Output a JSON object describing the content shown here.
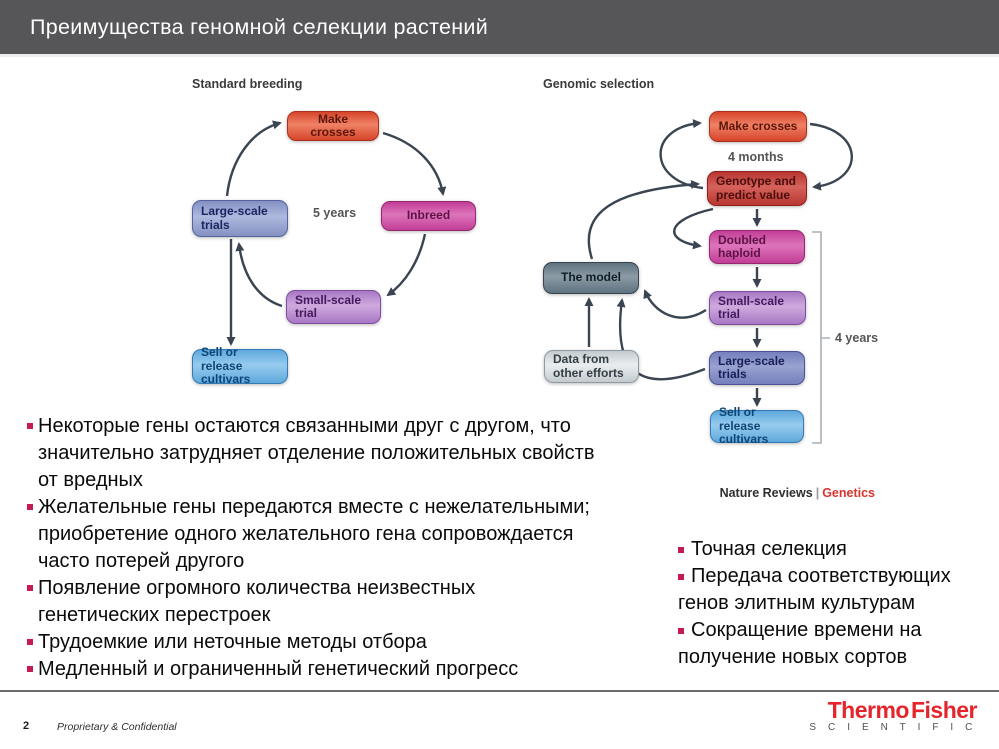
{
  "header": {
    "title": "Преимущества геномной селекции растений"
  },
  "figure": {
    "left": {
      "title": "Standard breeding",
      "duration": "5 years",
      "boxes": [
        [
          "Make crosses"
        ],
        [
          "Inbreed"
        ],
        [
          "Large-scale",
          "trials"
        ],
        [
          "Small-scale",
          "trial"
        ],
        [
          "Sell or release",
          "cultivars"
        ]
      ]
    },
    "right": {
      "title": "Genomic selection",
      "cycle_duration": "4 months",
      "bracket_duration": "4 years",
      "boxes": [
        [
          "Make crosses"
        ],
        [
          "Genotype and",
          "predict value"
        ],
        [
          "Doubled",
          "haploid"
        ],
        [
          "Small-scale",
          "trial"
        ],
        [
          "Large-scale",
          "trials"
        ],
        [
          "Sell or release",
          "cultivars"
        ],
        [
          "The model"
        ],
        [
          "Data from",
          "other efforts"
        ]
      ]
    },
    "credit": {
      "journal": "Nature Reviews",
      "divider": "|",
      "section": "Genetics"
    }
  },
  "bullets_left": [
    [
      "Некоторые гены остаются связанными друг с другом, что",
      "значительно затрудняет отделение положительных свойств",
      "от вредных"
    ],
    [
      "Желательные гены передаются вместе с нежелательными;",
      "приобретение одного желательного гена сопровождается",
      "часто потерей другого"
    ],
    [
      "Появление огромного количества неизвестных",
      "генетических перестроек"
    ],
    [
      "Трудоемкие или неточные методы отбора"
    ],
    [
      "Медленный и ограниченный генетический прогресс"
    ]
  ],
  "bullets_right": [
    [
      "Точная селекция"
    ],
    [
      "Передача соответствующих",
      "генов элитным культурам"
    ],
    [
      "Сокращение времени на",
      "получение новых сортов"
    ]
  ],
  "footer": {
    "page_number": "2",
    "note": "Proprietary & Confidential"
  },
  "logo": {
    "thermo": "Thermo",
    "fisher": "Fisher",
    "sub": "S C I E N T I F I C"
  },
  "colors": {
    "header_bg": "#565659",
    "brand_red": "#e5252b",
    "bullet_marker": "#c51a52",
    "arrow": "#3a4551",
    "credit_red": "#d9352f"
  }
}
